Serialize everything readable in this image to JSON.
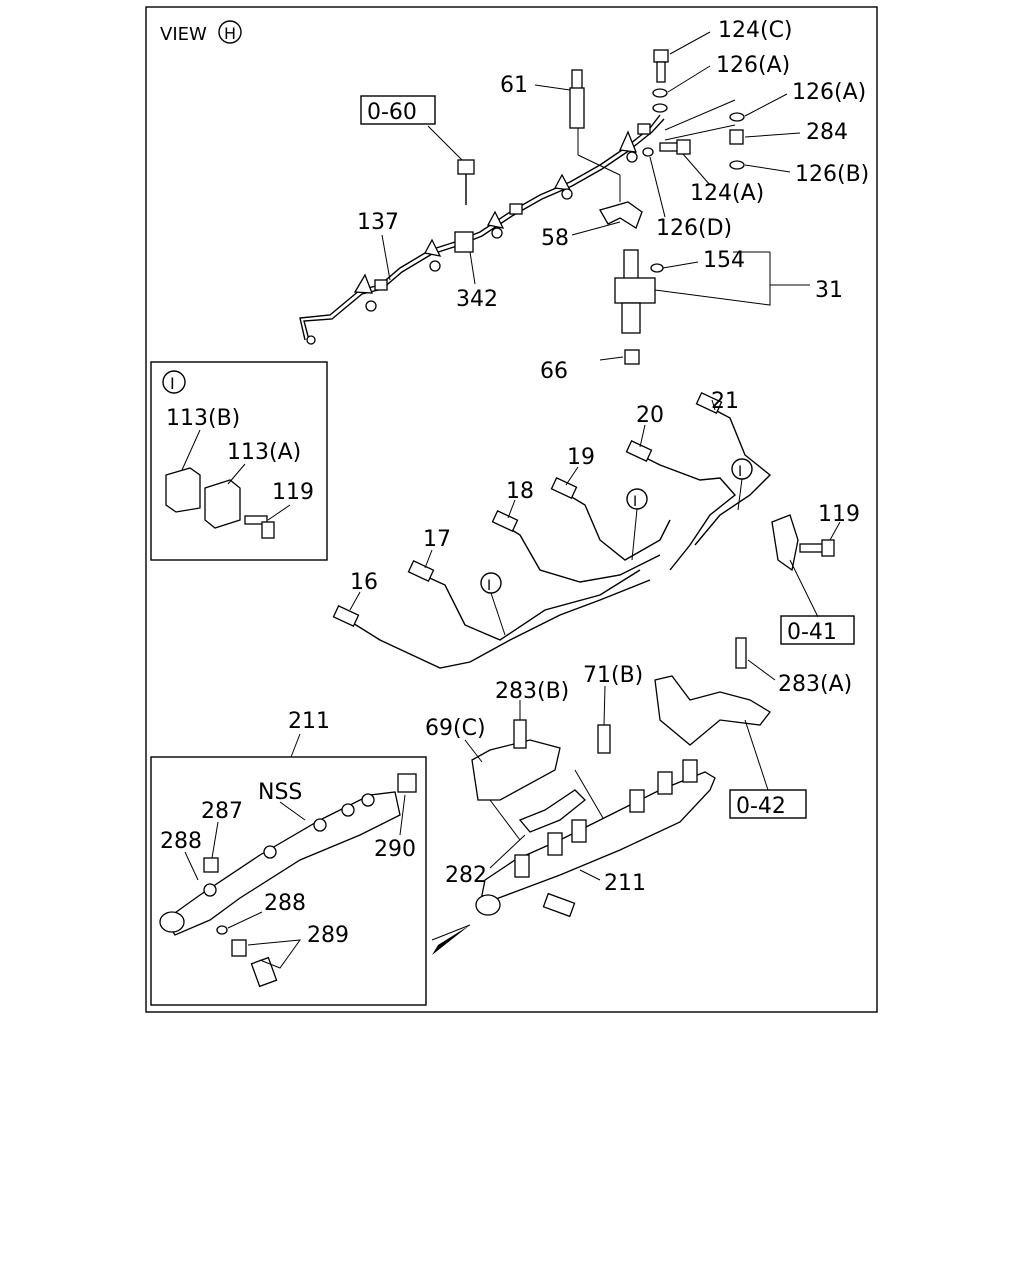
{
  "view_label": "VIEW",
  "view_marker": "H",
  "detail_marker": "I",
  "labels": {
    "l_124C": "124(C)",
    "l_61": "61",
    "l_126A_1": "126(A)",
    "l_126A_2": "126(A)",
    "l_284": "284",
    "l_126B": "126(B)",
    "l_124A": "124(A)",
    "l_126D": "126(D)",
    "l_58": "58",
    "l_154": "154",
    "l_31": "31",
    "l_137": "137",
    "l_342": "342",
    "l_66": "66",
    "l_113B": "113(B)",
    "l_113A": "113(A)",
    "l_119_inset": "119",
    "l_21": "21",
    "l_20": "20",
    "l_19": "19",
    "l_18": "18",
    "l_17": "17",
    "l_16": "16",
    "l_119": "119",
    "l_283B": "283(B)",
    "l_71B": "71(B)",
    "l_283A": "283(A)",
    "l_69C": "69(C)",
    "l_211_top": "211",
    "l_nss": "NSS",
    "l_287": "287",
    "l_288_1": "288",
    "l_290": "290",
    "l_288_2": "288",
    "l_289": "289",
    "l_282": "282",
    "l_211_main": "211"
  },
  "references": {
    "ref_060": "0-60",
    "ref_041": "0-41",
    "ref_042": "0-42"
  }
}
